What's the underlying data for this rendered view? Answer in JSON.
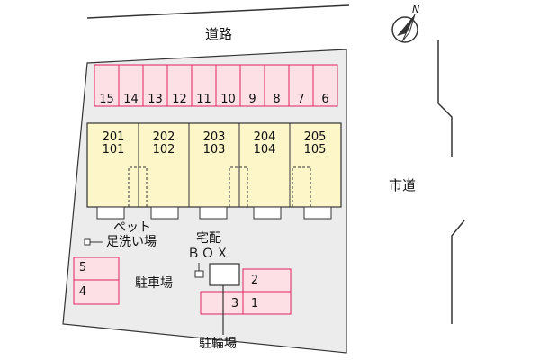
{
  "labels": {
    "road": "道路",
    "city_road": "市道",
    "pet_foot_wash_line1": "ペット",
    "pet_foot_wash_line2": "足洗い場",
    "delivery_box_line1": "宅配",
    "delivery_box_line2": "ＢＯＸ",
    "parking": "駐車場",
    "bicycle_parking": "駐輪場",
    "compass": "N"
  },
  "top_parking_slots": [
    "15",
    "14",
    "13",
    "12",
    "11",
    "10",
    "9",
    "8",
    "7",
    "6"
  ],
  "units": [
    {
      "upper": "201",
      "lower": "101"
    },
    {
      "upper": "202",
      "lower": "102"
    },
    {
      "upper": "203",
      "lower": "103"
    },
    {
      "upper": "204",
      "lower": "104"
    },
    {
      "upper": "205",
      "lower": "105"
    }
  ],
  "left_parking_slots": [
    "5",
    "4"
  ],
  "bottom_parking_slots": {
    "right_top": "2",
    "left_bottom": "3",
    "right_bottom": "1"
  },
  "colors": {
    "lot_fill": "#ececec",
    "building_fill": "#fcf6c8",
    "parking_fill": "#fde0e6",
    "parking_stroke": "#e0245e",
    "outline": "#333333"
  }
}
